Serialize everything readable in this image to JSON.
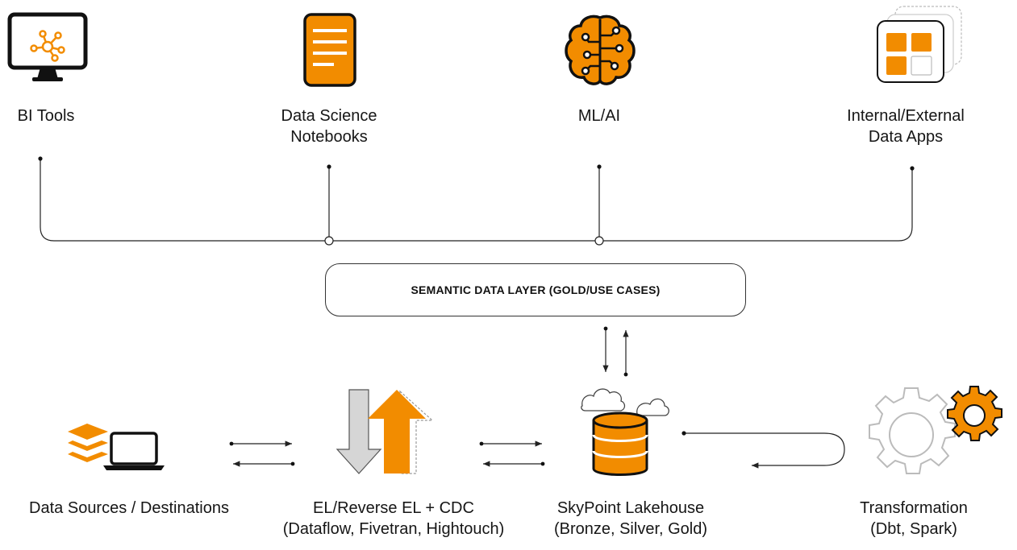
{
  "colors": {
    "accent": "#f28c00",
    "line": "#222222",
    "text": "#161616",
    "gray": "#d9d9d9"
  },
  "consumers": [
    {
      "icon": "monitor-network-icon",
      "lines": [
        "BI Tools"
      ]
    },
    {
      "icon": "notebook-document-icon",
      "lines": [
        "Data Science",
        "Notebooks"
      ]
    },
    {
      "icon": "brain-circuit-icon",
      "lines": [
        "ML/AI"
      ]
    },
    {
      "icon": "app-grid-icon",
      "lines": [
        "Internal/External",
        "Data Apps"
      ]
    }
  ],
  "semantic_layer": {
    "label": "SEMANTIC DATA LAYER (GOLD/USE CASES)"
  },
  "pipeline": [
    {
      "icon": "layers-laptop-icon",
      "lines": [
        "Data Sources / Destinations"
      ]
    },
    {
      "icon": "up-down-arrows-icon",
      "lines": [
        "EL/Reverse EL + CDC",
        "(Dataflow, Fivetran, Hightouch)"
      ]
    },
    {
      "icon": "database-cloud-icon",
      "lines": [
        "SkyPoint Lakehouse",
        "(Bronze, Silver, Gold)"
      ]
    },
    {
      "icon": "gears-icon",
      "lines": [
        "Transformation",
        "(Dbt, Spark)"
      ]
    }
  ]
}
